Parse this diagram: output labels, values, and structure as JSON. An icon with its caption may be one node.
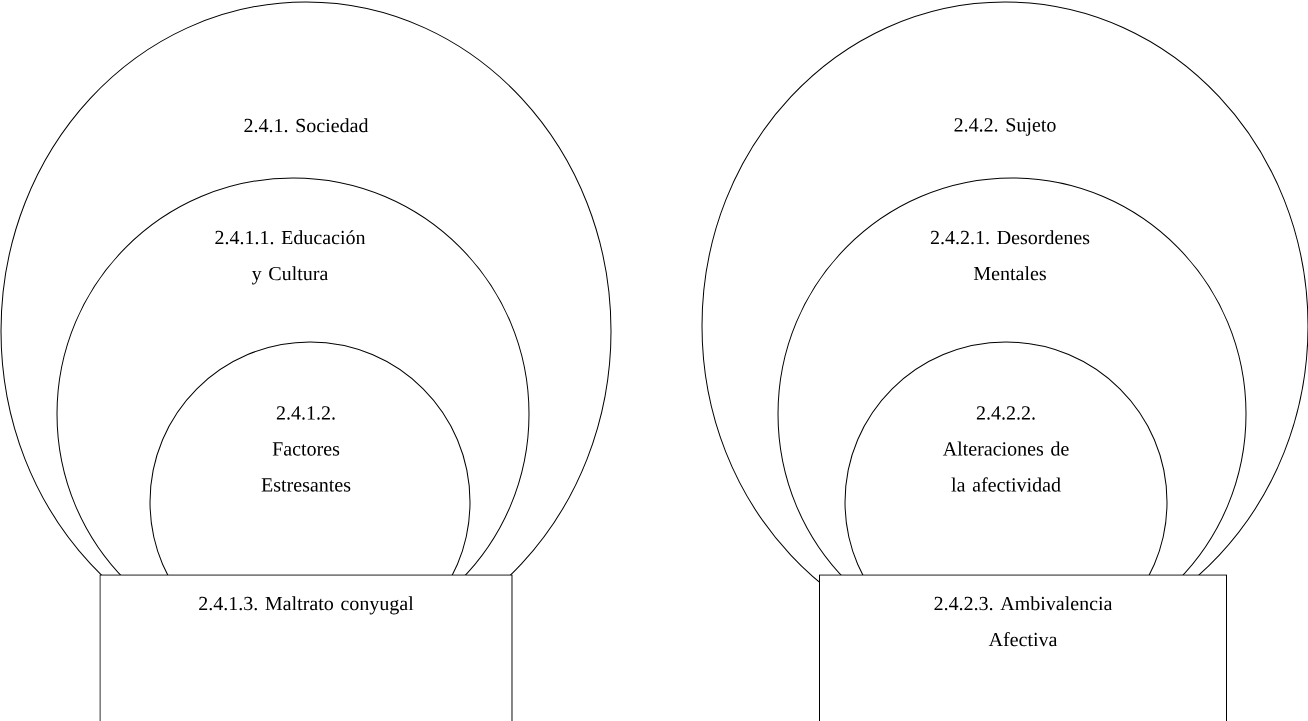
{
  "diagram": {
    "nodes": [
      {
        "text": [
          "2.4.1. Sociedad"
        ]
      },
      {
        "text": [
          "2.4.1.1. Educación y Cultura"
        ],
        "in": 0
      },
      {
        "text": [
          "2.4.1.2. Factores Estresantes"
        ],
        "in": 1
      },
      {
        "text": [
          "2.4.1.3. Maltrato conyugal"
        ]
      },
      {
        "text": [
          "2.4.2. Sujeto"
        ]
      },
      {
        "text": [
          "2.4.2.1. Desordenes Mentales"
        ],
        "in": 4
      },
      {
        "text": [
          "2.4.2.2. Alteraciones de la afectividad"
        ],
        "in": 5
      },
      {
        "text": [
          "2.4.2.3. Ambivalencia Afectiva"
        ]
      }
    ]
  }
}
